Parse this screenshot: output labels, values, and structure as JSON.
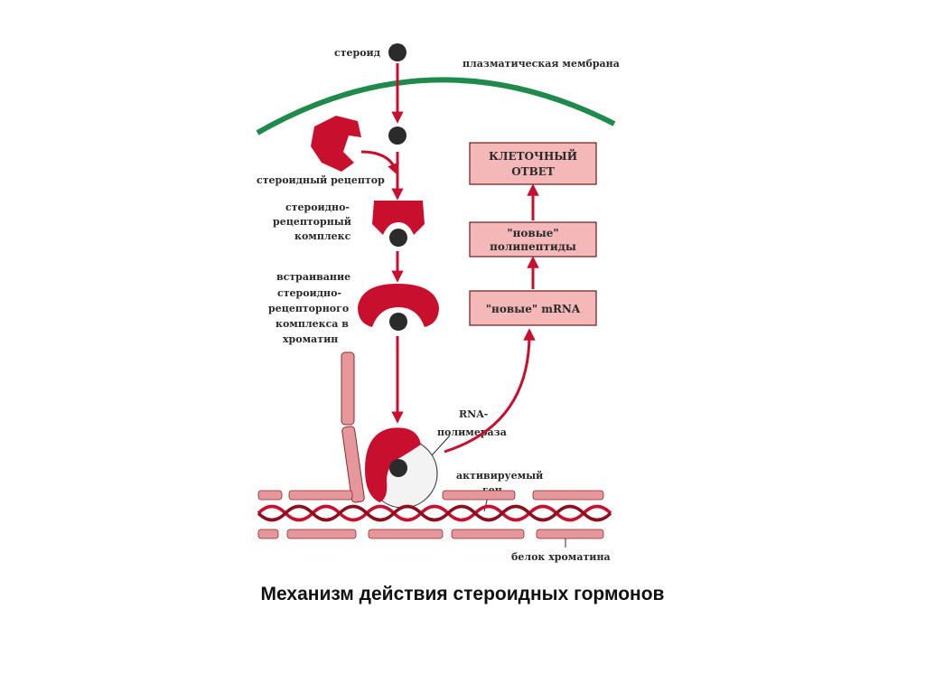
{
  "labels": {
    "steroid": "стероид",
    "membrane": "плазматическая мембрана",
    "receptor": "стероидный рецептор",
    "complex_1": "стероидно-",
    "complex_2": "рецепторный",
    "complex_3": "комплекс",
    "insert_1": "встраивание",
    "insert_2": "стероидно-",
    "insert_3": "рецепторного",
    "insert_4": "комплекса в",
    "insert_5": "хроматин",
    "rna_1": "RNA-",
    "rna_2": "полимераза",
    "gene_1": "активируемый",
    "gene_2": "ген",
    "chromatin_protein": "белок хроматина"
  },
  "boxes": {
    "response_1": "КЛЕТОЧНЫЙ",
    "response_2": "ОТВЕТ",
    "polypeptides_1": "\"новые\"",
    "polypeptides_2": "полипептиды",
    "mrna": "\"новые\" mRNA"
  },
  "caption": "Механизм действия стероидных гормонов",
  "colors": {
    "membrane": "#1f8a4c",
    "receptor": "#c8102e",
    "arrow": "#c8102e",
    "steroid": "#2b2b2b",
    "box_fill": "#f4b8b8",
    "box_stroke": "#6b1a1a",
    "chromatin": "#e6979c",
    "dna": "#c8102e"
  }
}
